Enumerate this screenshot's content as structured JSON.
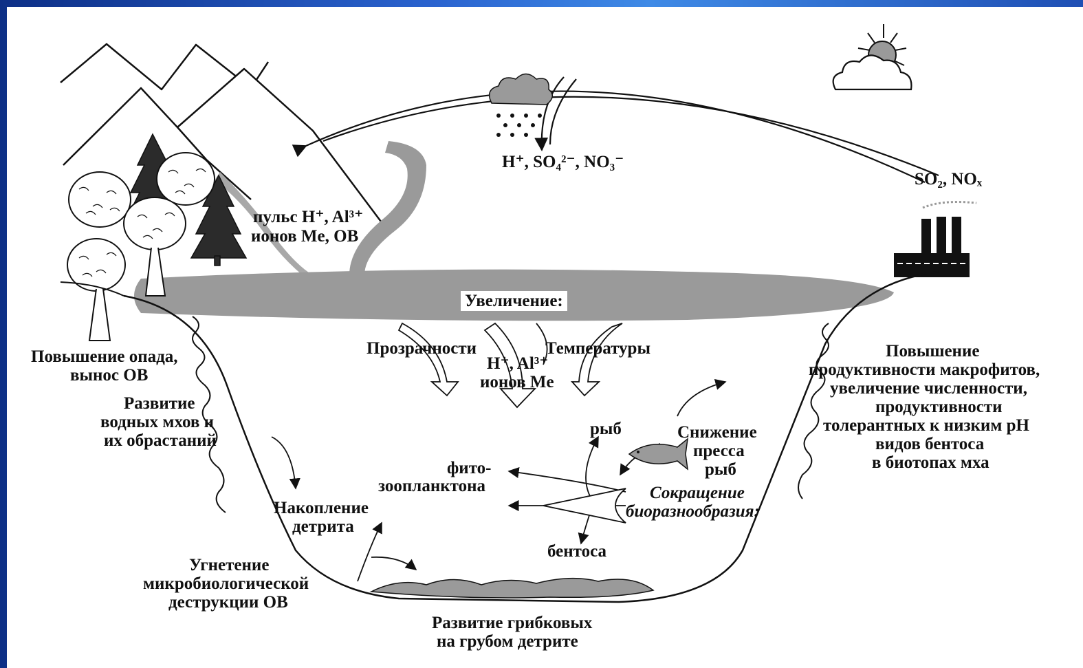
{
  "labels": {
    "chem_rain": "H⁺, SO₄²⁻, NO₃⁻",
    "chem_emission": "SO₂, NOₓ",
    "pulse_1": "пульс H⁺, Al³⁺",
    "pulse_2": "ионов Me, OB",
    "increase": "Увеличение:",
    "transparency": "Прозрачности",
    "temperature": "Температуры",
    "ions_1": "H⁺, Al³⁺",
    "ions_2": "ионов Me",
    "litter_1": "Повышение опада,",
    "litter_2": "вынос OB",
    "moss_1": "Развитие",
    "moss_2": "водных мхов и",
    "moss_3": "их обрастаний",
    "detritus_1": "Накопление",
    "detritus_2": "детрита",
    "microbio_1": "Угнетение",
    "microbio_2": "микробиологической",
    "microbio_3": "деструкции OB",
    "fungi_1": "Развитие грибковых",
    "fungi_2": "на грубом детрите",
    "fish_gen": "рыб",
    "phyto_1": "фито-",
    "phyto_2": "зоопланктона",
    "benthos": "бентоса",
    "press_1": "Снижение",
    "press_2": "пресса",
    "press_3": "рыб",
    "biodiv_1": "Сокращение",
    "biodiv_2": "биоразнообразия:",
    "macro_1": "Повышение",
    "macro_2": "продуктивности макрофитов,",
    "macro_3": "увеличение численности,",
    "macro_4": "продуктивности",
    "macro_5": "толерантных к низким pH",
    "macro_6": "видов бентоса",
    "macro_7": "в биотопах мха"
  },
  "colors": {
    "frame": "#1c3f9c",
    "ink": "#111111",
    "plume": "#9a9a9a",
    "paper": "#ffffff"
  },
  "icons": [
    "sun-icon",
    "cloud-icon",
    "rain-cloud-icon",
    "factory-icon",
    "fish-icon",
    "tree-icon",
    "fir-tree-icon",
    "mountain-icon"
  ]
}
